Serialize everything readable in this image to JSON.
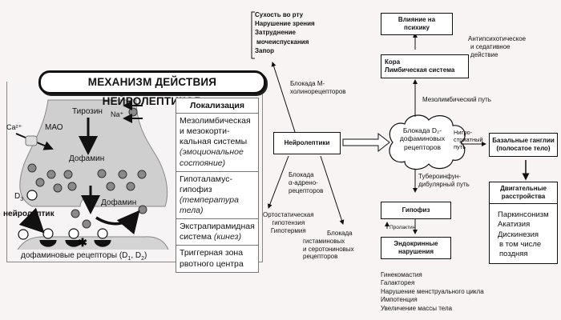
{
  "left_panel": {
    "title": "МЕХАНИЗМ ДЕЙСТВИЯ НЕЙРОЛЕПТИКОВ",
    "synapse_labels": {
      "mao": "МАО",
      "tyrosine": "Тирозин",
      "sodium": "Na⁺",
      "calcium": "Ca²⁺",
      "dopamine_inside": "Дофамин",
      "dopamine_released": "Дофамин",
      "d3": "D",
      "d3_sub": "3",
      "neuroleptic": "нейролептик",
      "receptors": "дофаминовые рецепторы (D",
      "receptors_sub1": "1",
      "receptors_mid": ", D",
      "receptors_sub2": "2",
      "receptors_end": ")"
    },
    "localization_table": {
      "header": "Локализация",
      "rows": [
        {
          "text": "Мезолимбическая и мезокорти-кальная системы",
          "note": "(эмоциональное состояние)"
        },
        {
          "text": "Гипоталамус-гипофиз",
          "note": "(температура тела)"
        },
        {
          "text": "Экстрапирамидная система",
          "note": "(кинез)"
        },
        {
          "text": "Триггерная зона рвотного центра",
          "note": ""
        }
      ]
    }
  },
  "right_diagram": {
    "center_node": "Нейролептики",
    "cloud_node": "Блокада D₂-дофаминовых рецепторов",
    "anticholinergic": {
      "label": "Блокада М-холинорецепторов",
      "effects": [
        "Сухость во рту",
        "Нарушение зрения",
        "Затруднение",
        "мочеиспускания",
        "Запор"
      ]
    },
    "alpha": {
      "label_lines": [
        "Блокада",
        "α-адрено-",
        "рецепторов"
      ],
      "effects": [
        "Ортостатическая",
        "гипотензия",
        "Гипотермия"
      ]
    },
    "histamine": {
      "label_lines": [
        "Блокада",
        "гистаминовых",
        "и серотониновых",
        "рецепторов"
      ]
    },
    "mesolimbic": {
      "path_label": "Мезолимбический путь",
      "cortex_lines": [
        "Кора",
        "Лимбическая система"
      ],
      "psyche_lines": [
        "Влияние на",
        "психику"
      ],
      "effect_lines": [
        "Антипсихотическое",
        "и седативное",
        "действие"
      ]
    },
    "nigrostriatal": {
      "path_label_lines": [
        "Нигро-",
        "стриатный",
        "путь"
      ],
      "basal_lines": [
        "Базальные ганглии",
        "(полосатое тело)"
      ],
      "motor_header_lines": [
        "Двигательные",
        "расстройства"
      ],
      "motor_effects": [
        "Паркинсонизм",
        "Акатизия",
        "Дискинезия",
        "в том числе",
        "поздняя"
      ]
    },
    "tuberoinfundibular": {
      "path_label_lines": [
        "Тубероинфун-",
        "дибулярный путь"
      ],
      "pituitary": "Гипофиз",
      "prolactin": "Пролактин",
      "endocrine_lines": [
        "Эндокринные",
        "нарушения"
      ],
      "endocrine_effects": [
        "Гинекомастия",
        "Галакторея",
        "Нарушение менструального цикла",
        "Импотенция",
        "Увеличение массы тела"
      ]
    }
  }
}
